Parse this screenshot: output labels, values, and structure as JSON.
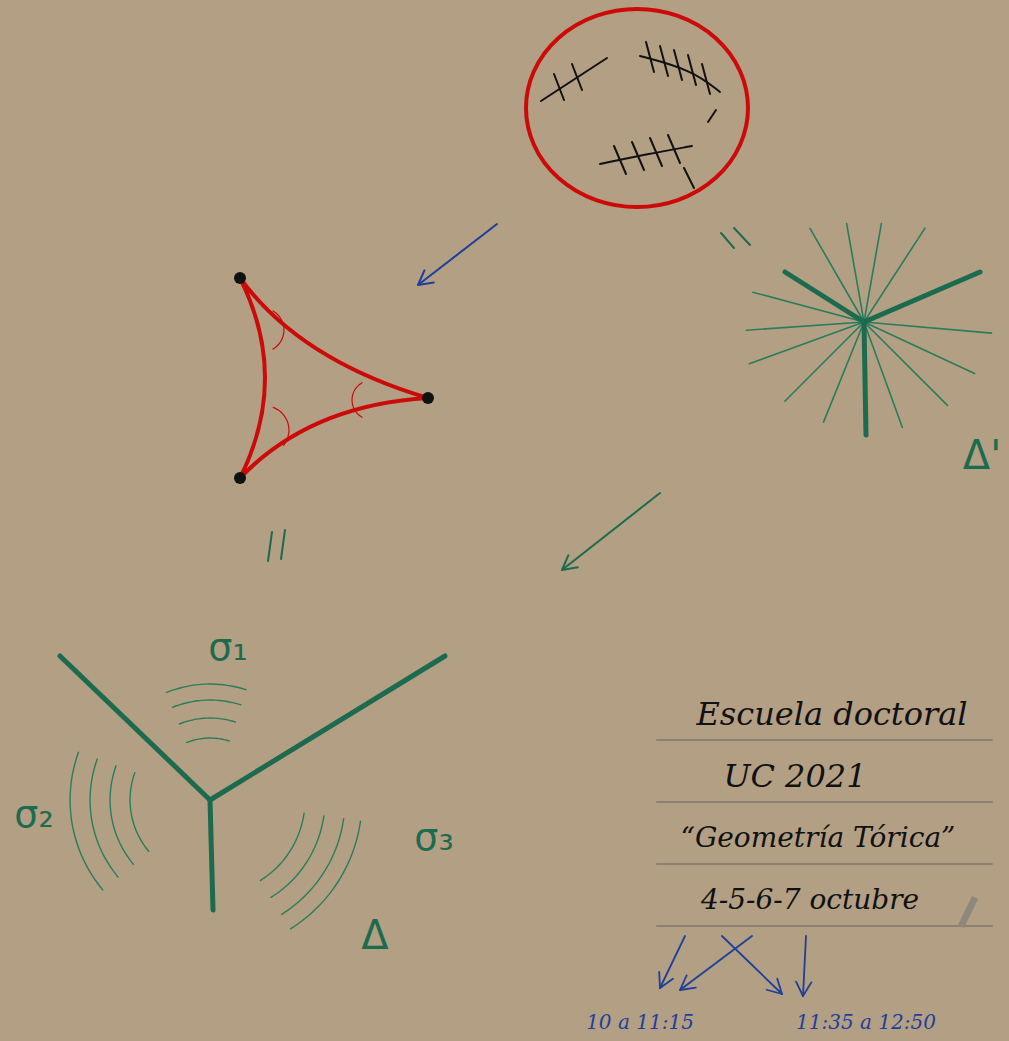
{
  "diagram": {
    "labels": [
      "Δ'",
      "σ₁",
      "σ₂",
      "σ₃",
      "Δ",
      "Escuela doctoral",
      "UC 2021",
      "“Geometría Tórica”",
      "4-5-6-7 octubre",
      "10 a 11:15",
      "11:35 a 12:50"
    ]
  }
}
